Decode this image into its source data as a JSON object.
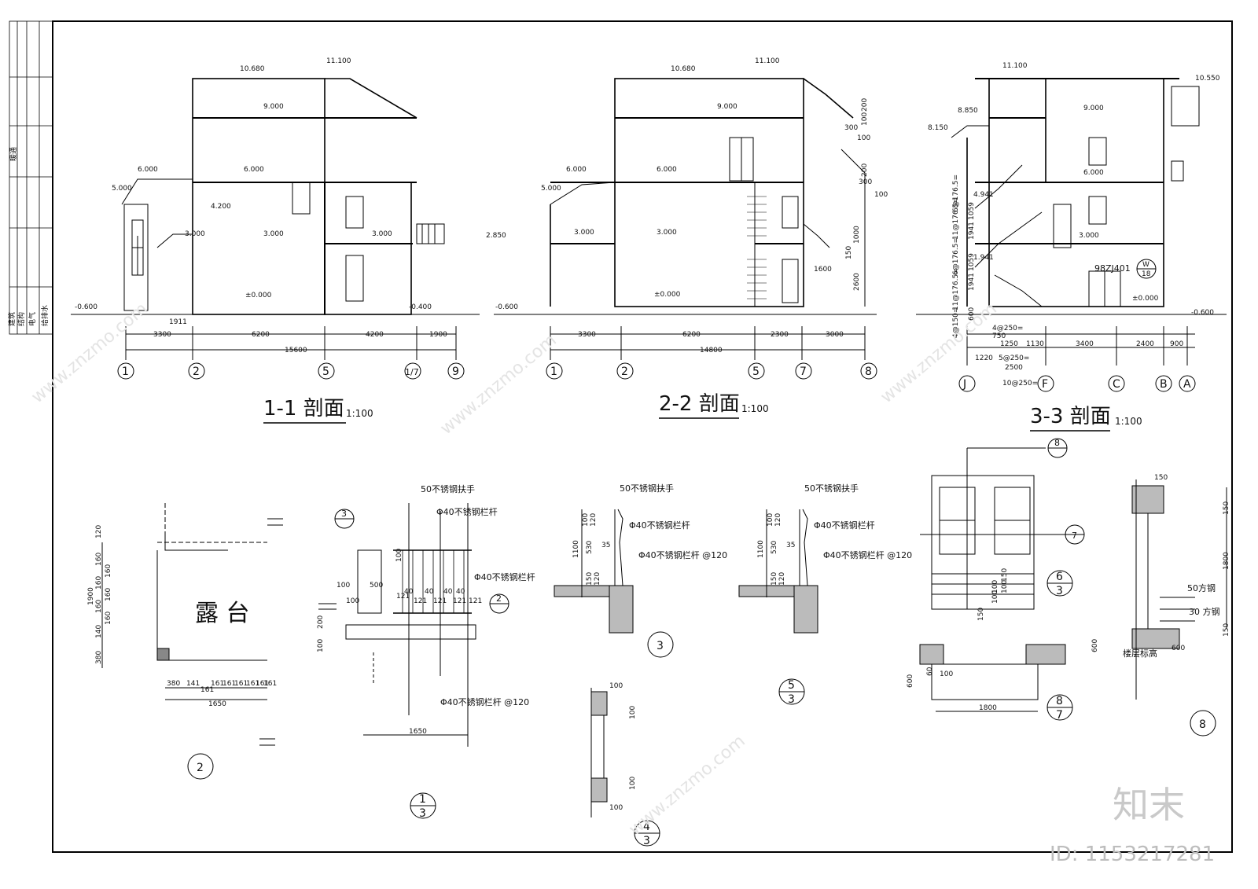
{
  "side_table": {
    "labels": [
      "建筑",
      "结构",
      "电气",
      "给排水",
      "暖通"
    ]
  },
  "sections": [
    {
      "title": "1-1 剖面",
      "scale": "1:100",
      "elevations": [
        "10.680",
        "11.100",
        "9.000",
        "6.000",
        "6.000",
        "5.000",
        "4.200",
        "3.000",
        "3.000",
        "3.000",
        "2.850",
        "±0.000",
        "-0.600",
        "-0.400"
      ],
      "dims_top": [
        "1911"
      ],
      "dims": [
        "3300",
        "6200",
        "4200",
        "1900"
      ],
      "total": "15600",
      "axes": [
        "1",
        "2",
        "5",
        "1/7",
        "9"
      ]
    },
    {
      "title": "2-2 剖面",
      "scale": "1:100",
      "elevations": [
        "10.680",
        "11.100",
        "9.000",
        "6.000",
        "6.000",
        "5.000",
        "3.000",
        "3.000",
        "±0.000",
        "-0.600"
      ],
      "dims": [
        "3300",
        "6200",
        "2300",
        "3000"
      ],
      "total": "14800",
      "axes": [
        "1",
        "2",
        "5",
        "7",
        "8"
      ],
      "side_dims": [
        "200",
        "100",
        "300",
        "100",
        "200",
        "300",
        "100",
        "1000",
        "150",
        "2600",
        "1600"
      ]
    },
    {
      "title": "3-3 剖面",
      "scale": "1:100",
      "elevations": [
        "11.100",
        "10.550",
        "8.850",
        "8.150",
        "9.000",
        "6.000",
        "4.941",
        "3.000",
        "1.941",
        "±0.000",
        "-0.600"
      ],
      "stairs": [
        "6@176.5=",
        "1059",
        "11@176.5=",
        "1941",
        "6@176.5=",
        "1059",
        "11@176.5=",
        "1941",
        "4@150=",
        "600"
      ],
      "dims_top": [
        "4@250=",
        "750",
        "1250",
        "1130",
        "3400",
        "2400",
        "900"
      ],
      "dims_bottom": [
        "1220",
        "5@250=",
        "2500",
        "10@250="
      ],
      "axes": [
        "J",
        "F",
        "C",
        "B",
        "A"
      ],
      "ref": "98ZJ401",
      "ref_detail": {
        "num": "W",
        "sheet": "18"
      }
    }
  ],
  "details": {
    "terrace": {
      "label": "露 台",
      "num": "2",
      "dims_v": [
        "120",
        "160",
        "160",
        "160",
        "160",
        "160",
        "160",
        "1900",
        "140",
        "380"
      ],
      "dims_h": [
        "380",
        "141",
        "161",
        "161",
        "161",
        "161",
        "161",
        "161",
        "161",
        "1650"
      ]
    },
    "rail1": {
      "num": "1",
      "sheet": "3",
      "ref3": "3",
      "ref2": "2",
      "notes": [
        "50不锈钢扶手",
        "Φ40不锈钢栏杆",
        "Φ40不锈钢栏杆",
        "Φ40不锈钢栏杆 @120"
      ],
      "dims": [
        "100",
        "100",
        "500",
        "121",
        "40",
        "121",
        "40",
        "121",
        "40",
        "121",
        "40",
        "121",
        "200",
        "100",
        "1650",
        "100"
      ]
    },
    "rail3": {
      "num": "3",
      "notes": [
        "50不锈钢扶手",
        "Φ40不锈钢栏杆",
        "Φ40不锈钢栏杆 @120"
      ],
      "dims": [
        "100",
        "120",
        "1100",
        "530",
        "150",
        "120",
        "35"
      ]
    },
    "rail53": {
      "num": "5",
      "sheet": "3",
      "notes": [
        "50不锈钢扶手",
        "Φ40不锈钢栏杆",
        "Φ40不锈钢栏杆 @120"
      ],
      "dims": [
        "100",
        "120",
        "1100",
        "530",
        "150",
        "120",
        "35"
      ]
    },
    "d43": {
      "num": "4",
      "sheet": "3",
      "dims": [
        "100",
        "100",
        "100",
        "100"
      ]
    },
    "window": {
      "ref_top": "8",
      "ref_side": "7",
      "num": "6",
      "sheet": "3",
      "dims": [
        "150",
        "100",
        "100",
        "100",
        "150"
      ]
    },
    "d87": {
      "num": "8",
      "sheet": "7",
      "dims": [
        "600",
        "60",
        "100",
        "1800"
      ]
    },
    "d8": {
      "num": "8",
      "notes": [
        "50方钢",
        "30 方钢",
        "楼层标高"
      ],
      "dims": [
        "150",
        "150",
        "1800",
        "150",
        "600",
        "600"
      ]
    }
  },
  "watermark": {
    "logo": "知末",
    "id": "ID: 1153217281",
    "site": "www.znzmo.com"
  }
}
